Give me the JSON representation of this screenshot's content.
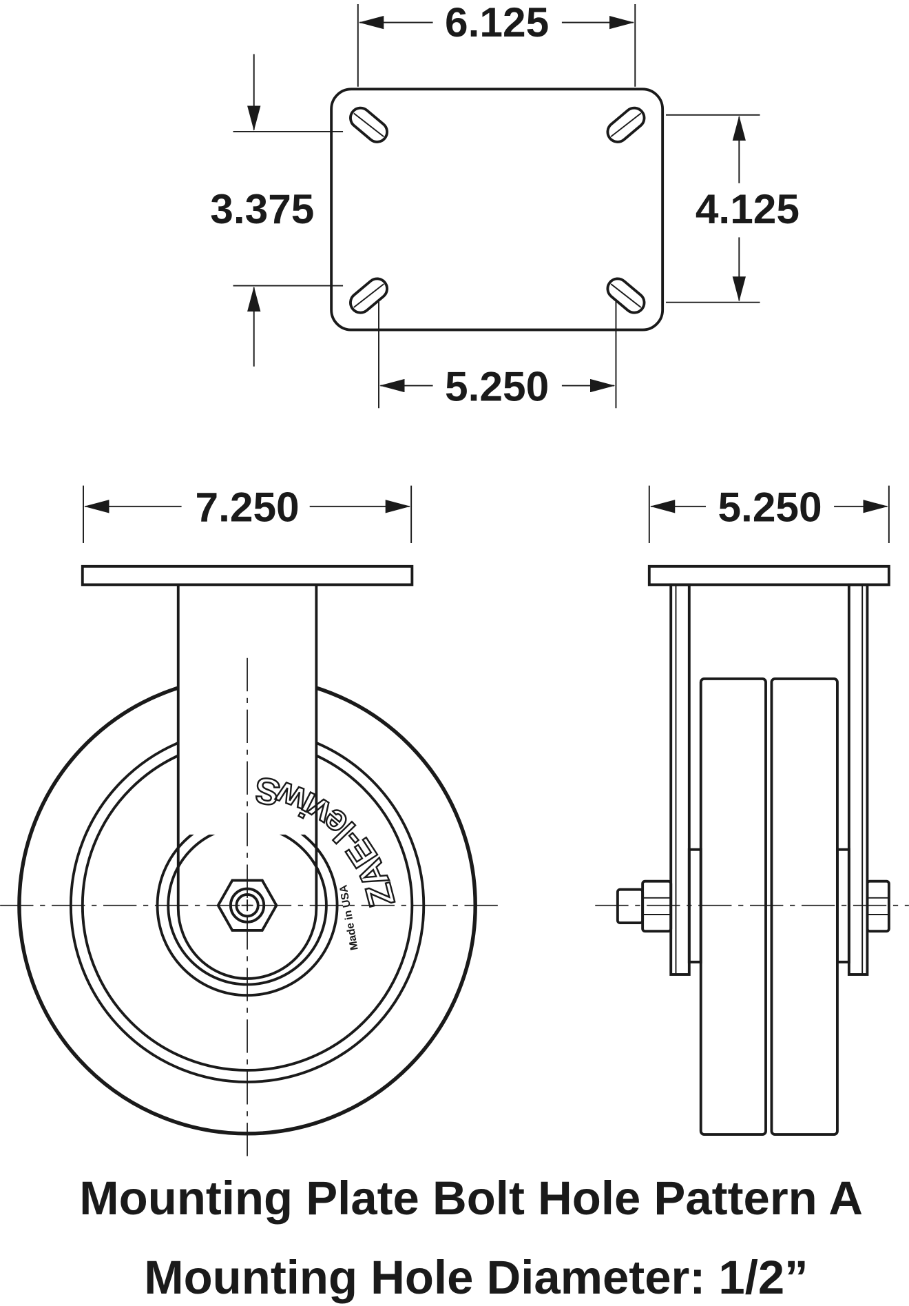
{
  "dimensions": {
    "plate_length": "6.125",
    "bolt_spacing_vertical": "3.375",
    "plate_width": "4.125",
    "bolt_spacing_horizontal": "5.250",
    "front_width": "7.250",
    "side_width": "5.250"
  },
  "wheel_logo": {
    "brand": "Swivel-EAZ",
    "origin": "Made in USA"
  },
  "captions": {
    "line1": "Mounting Plate Bolt Hole Pattern A",
    "line2": "Mounting Hole Diameter: 1/2”"
  },
  "colors": {
    "ink": "#1a1a1a",
    "background": "#ffffff"
  }
}
